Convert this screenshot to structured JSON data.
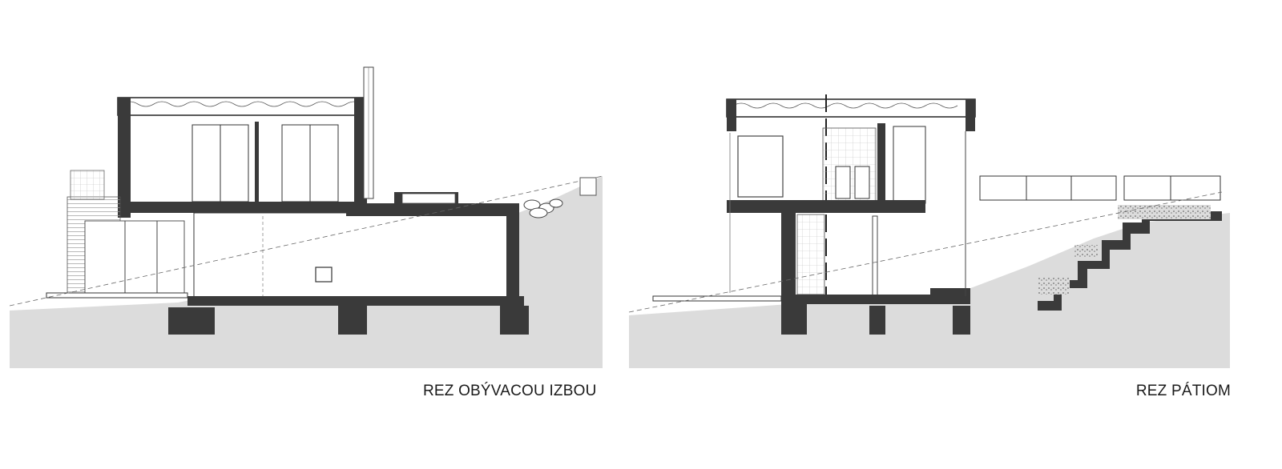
{
  "sections": [
    {
      "id": "left",
      "caption": "REZ OBÝVACOU IZBOU"
    },
    {
      "id": "right",
      "caption": "REZ PÁTIOM"
    }
  ],
  "colors": {
    "ground": "#dcdcdc",
    "wall": "#3a3a3a",
    "line": "#222222",
    "hatch": "#9a9a9a",
    "background": "#ffffff"
  }
}
